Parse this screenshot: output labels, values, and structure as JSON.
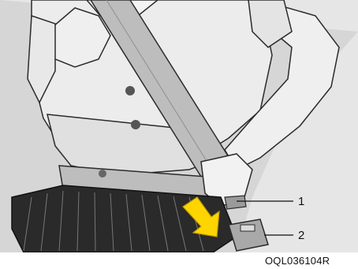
{
  "figure": {
    "callouts": [
      {
        "number": "1"
      },
      {
        "number": "2"
      }
    ],
    "figure_code": "OQL036104R"
  },
  "colors": {
    "background": "#ffffff",
    "illustration_gray": "#d9d9d9",
    "outline": "#2b2b2b",
    "skirt_dark": "#2a2a2a",
    "arrow_yellow": "#ffd500"
  }
}
